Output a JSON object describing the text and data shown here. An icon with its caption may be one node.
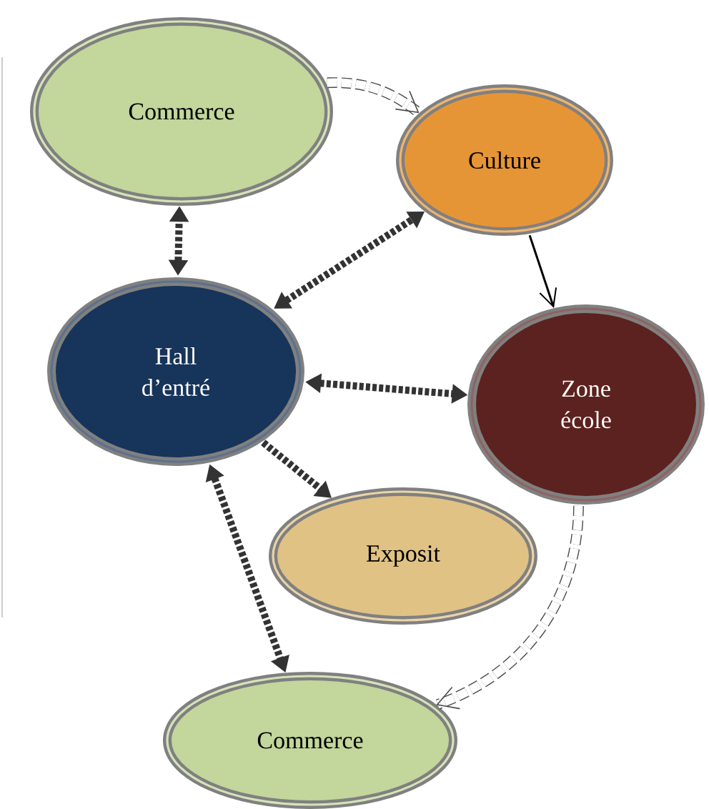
{
  "diagram": {
    "nodes": [
      {
        "text": [
          "Commerce"
        ]
      },
      {
        "text": [
          "Culture"
        ]
      },
      {
        "text": [
          "Hall d’entré"
        ]
      },
      {
        "text": [
          "Zone école"
        ]
      },
      {
        "text": [
          "Exposit"
        ]
      },
      {
        "text": [
          "Commerce"
        ]
      }
    ],
    "edges": [
      {
        "from": 0,
        "to": 1,
        "arrow": "to",
        "style": "dashed"
      },
      {
        "from": 1,
        "to": 3,
        "arrow": "to"
      },
      {
        "from": 2,
        "to": 0,
        "arrow": "both",
        "style": "dashed"
      },
      {
        "from": 2,
        "to": 1,
        "arrow": "both",
        "style": "dashed"
      },
      {
        "from": 2,
        "to": 3,
        "arrow": "both",
        "style": "dashed"
      },
      {
        "from": 2,
        "to": 4,
        "arrow": "to",
        "style": "dashed"
      },
      {
        "from": 2,
        "to": 5,
        "arrow": "both",
        "style": "dashed"
      },
      {
        "from": 3,
        "to": 5,
        "arrow": "to",
        "style": "dashed"
      }
    ]
  }
}
